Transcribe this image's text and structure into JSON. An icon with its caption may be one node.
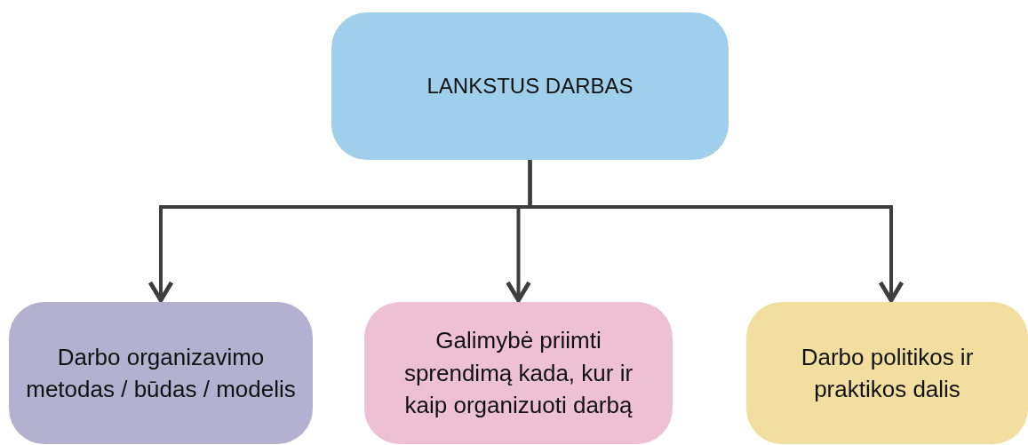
{
  "diagram": {
    "nodes": [
      {
        "text": [
          "LANKSTUS DARBAS"
        ]
      },
      {
        "text": [
          "Darbo organizavimo metodas / būdas / modelis"
        ]
      },
      {
        "text": [
          "Galimybė priimti sprendimą kada, kur ir kaip organizuoti darbą"
        ]
      },
      {
        "text": [
          "Darbo politikos ir praktikos dalis"
        ]
      }
    ],
    "edges": [
      {
        "from": 0,
        "to": 1,
        "arrow": "to"
      },
      {
        "from": 0,
        "to": 2,
        "arrow": "to"
      },
      {
        "from": 0,
        "to": 3,
        "arrow": "to"
      }
    ]
  }
}
